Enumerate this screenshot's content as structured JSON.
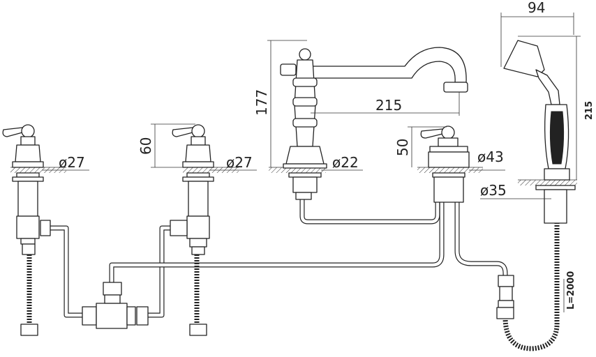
{
  "drawing": {
    "dimensions": {
      "left_tap_diameter": "ø27",
      "mid_tap_diameter": "ø27",
      "mid_tap_height": "60",
      "spout_height": "177",
      "spout_reach": "215",
      "spout_base_diameter": "ø22",
      "diverter_height": "50",
      "diverter_diameter": "ø43",
      "shower_base_diameter": "ø35",
      "handset_width": "94",
      "handset_height": "215",
      "hose_length": "L=2000"
    }
  }
}
